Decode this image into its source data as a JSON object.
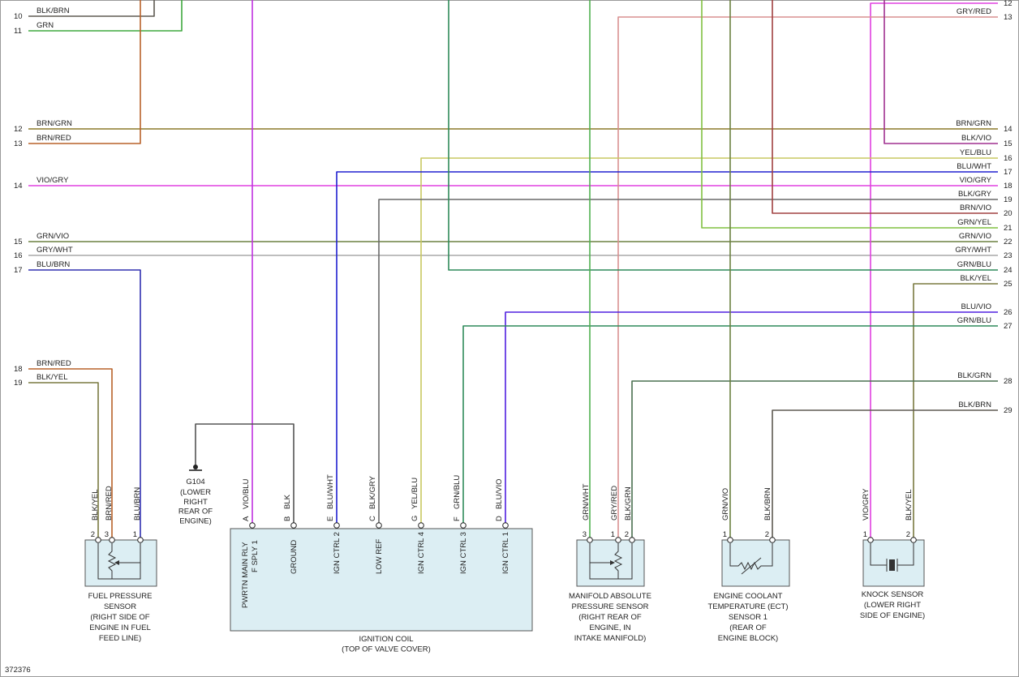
{
  "diagram_id": "372376",
  "colors": {
    "BLK/BRN": "#5e5a52",
    "GRN": "#3fa83f",
    "BRN/GRN": "#8b7a2a",
    "BRN/RED": "#b8622a",
    "VIO/GRY": "#e040e0",
    "GRN/VIO": "#6b8040",
    "GRY/WHT": "#a8a8a8",
    "BLU/BRN": "#3030b0",
    "BLK/YEL": "#7a7a40",
    "VIO/BLU": "#c030e0",
    "BLK": "#555555",
    "BLU/WHT": "#2020d0",
    "BLK/GRY": "#6a6a6a",
    "YEL/BLU": "#c8c860",
    "GRN/BLU": "#2f8a5a",
    "BLU/VIO": "#5020e0",
    "GRN/WHT": "#50b050",
    "GRY/RED": "#d89090",
    "BLK/GRN": "#4a7050",
    "GRN/YEL": "#80c040",
    "BRN/VIO": "#a04040",
    "BLK/VIO": "#a03090"
  },
  "left_connector": [
    {
      "pin": "10",
      "wire": "BLK/BRN"
    },
    {
      "pin": "11",
      "wire": "GRN"
    },
    {
      "pin": "12",
      "wire": "BRN/GRN"
    },
    {
      "pin": "13",
      "wire": "BRN/RED"
    },
    {
      "pin": "14",
      "wire": "VIO/GRY"
    },
    {
      "pin": "15",
      "wire": "GRN/VIO"
    },
    {
      "pin": "16",
      "wire": "GRY/WHT"
    },
    {
      "pin": "17",
      "wire": "BLU/BRN"
    },
    {
      "pin": "18",
      "wire": "BRN/RED"
    },
    {
      "pin": "19",
      "wire": "BLK/YEL"
    }
  ],
  "right_connector": [
    {
      "pin": "12",
      "wire": ""
    },
    {
      "pin": "13",
      "wire": "GRY/RED"
    },
    {
      "pin": "14",
      "wire": "BRN/GRN"
    },
    {
      "pin": "15",
      "wire": "BLK/VIO"
    },
    {
      "pin": "16",
      "wire": "YEL/BLU"
    },
    {
      "pin": "17",
      "wire": "BLU/WHT"
    },
    {
      "pin": "18",
      "wire": "VIO/GRY"
    },
    {
      "pin": "19",
      "wire": "BLK/GRY"
    },
    {
      "pin": "20",
      "wire": "BRN/VIO"
    },
    {
      "pin": "21",
      "wire": "GRN/YEL"
    },
    {
      "pin": "22",
      "wire": "GRN/VIO"
    },
    {
      "pin": "23",
      "wire": "GRY/WHT"
    },
    {
      "pin": "24",
      "wire": "GRN/BLU"
    },
    {
      "pin": "25",
      "wire": "BLK/YEL"
    },
    {
      "pin": "26",
      "wire": "BLU/VIO"
    },
    {
      "pin": "27",
      "wire": "GRN/BLU"
    },
    {
      "pin": "28",
      "wire": "BLK/GRN"
    },
    {
      "pin": "29",
      "wire": "BLK/BRN"
    }
  ],
  "ground": {
    "id": "G104",
    "desc": [
      "(LOWER",
      "RIGHT",
      "REAR OF",
      "ENGINE)"
    ]
  },
  "components": {
    "fuel_pressure_sensor": {
      "title": [
        "FUEL PRESSURE",
        "SENSOR",
        "(RIGHT SIDE OF",
        "ENGINE IN FUEL",
        "FEED LINE)"
      ],
      "pins": [
        {
          "num": "2",
          "wire": "BLK/YEL"
        },
        {
          "num": "3",
          "wire": "BRN/RED"
        },
        {
          "num": "1",
          "wire": "BLU/BRN"
        }
      ]
    },
    "ignition_coil": {
      "title": [
        "IGNITION COIL",
        "(TOP OF VALVE COVER)"
      ],
      "pins": [
        {
          "num": "A",
          "wire": "VIO/BLU",
          "func": "PWRTN MAIN RLY",
          "func2": "F SPLY 1"
        },
        {
          "num": "B",
          "wire": "BLK",
          "func": "GROUND",
          "func2": ""
        },
        {
          "num": "E",
          "wire": "BLU/WHT",
          "func": "IGN CTRL 2",
          "func2": ""
        },
        {
          "num": "C",
          "wire": "BLK/GRY",
          "func": "LOW REF",
          "func2": ""
        },
        {
          "num": "G",
          "wire": "YEL/BLU",
          "func": "IGN CTRL 4",
          "func2": ""
        },
        {
          "num": "F",
          "wire": "GRN/BLU",
          "func": "IGN CTRL 3",
          "func2": ""
        },
        {
          "num": "D",
          "wire": "BLU/VIO",
          "func": "IGN CTRL 1",
          "func2": ""
        }
      ]
    },
    "map_sensor": {
      "title": [
        "MANIFOLD ABSOLUTE",
        "PRESSURE SENSOR",
        "(RIGHT REAR OF",
        "ENGINE, IN",
        "INTAKE MANIFOLD)"
      ],
      "pins": [
        {
          "num": "3",
          "wire": "GRN/WHT"
        },
        {
          "num": "1",
          "wire": "GRY/RED"
        },
        {
          "num": "2",
          "wire": "BLK/GRN"
        }
      ]
    },
    "ect_sensor": {
      "title": [
        "ENGINE COOLANT",
        "TEMPERATURE (ECT)",
        "SENSOR 1",
        "(REAR OF",
        "ENGINE BLOCK)"
      ],
      "pins": [
        {
          "num": "1",
          "wire": "GRN/VIO"
        },
        {
          "num": "2",
          "wire": "BLK/BRN"
        }
      ]
    },
    "knock_sensor": {
      "title": [
        "KNOCK SENSOR",
        "(LOWER RIGHT",
        "SIDE OF ENGINE)"
      ],
      "pins": [
        {
          "num": "1",
          "wire": "VIO/GRY"
        },
        {
          "num": "2",
          "wire": "BLK/YEL"
        }
      ]
    }
  }
}
